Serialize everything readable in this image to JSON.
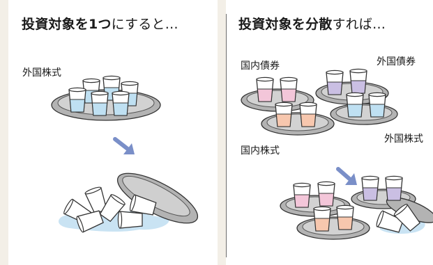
{
  "left": {
    "title_bold": "投資対象を1つ",
    "title_rest": "にすると…",
    "label": "外国株式"
  },
  "right": {
    "title_bold": "投資対象を分散",
    "title_rest": "すれば…",
    "labels": {
      "domestic_bonds": "国内債券",
      "foreign_bonds": "外国債券",
      "domestic_stocks": "国内株式",
      "foreign_stocks": "外国株式"
    }
  },
  "colors": {
    "foreign_stocks": "#bfe0f2",
    "domestic_bonds": "#f3c6d9",
    "foreign_bonds": "#cabfe3",
    "domestic_stocks": "#f7c7ae",
    "arrow": "#7a8fc8",
    "tray": "#9a9a9a",
    "spill": "#c9e3f3"
  }
}
